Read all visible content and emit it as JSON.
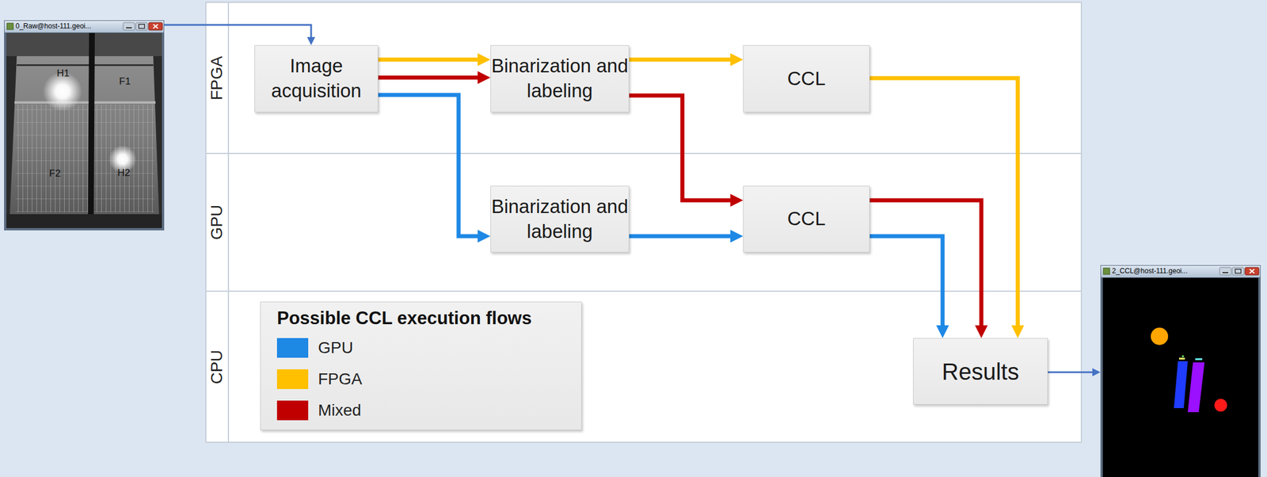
{
  "diagram": {
    "nodes": [
      {
        "text": [
          "0_Raw@host-111.geoi..."
        ]
      },
      {
        "text": [
          "FPGA"
        ]
      },
      {
        "text": [
          "Image acquisition"
        ],
        "in": 1
      },
      {
        "text": [
          "Binarization and labeling"
        ],
        "in": 1
      },
      {
        "text": [
          "CCL"
        ],
        "in": 1
      },
      {
        "text": [
          "GPU"
        ]
      },
      {
        "text": [
          "Binarization and labeling"
        ],
        "in": 5
      },
      {
        "text": [
          "CCL"
        ],
        "in": 5
      },
      {
        "text": [
          "CPU"
        ]
      },
      {
        "text": [
          "Possible CCL execution flows"
        ],
        "in": 8
      },
      {
        "text": [
          "Results"
        ],
        "in": 8
      },
      {
        "text": [
          "2_CCL@host-111.geoi..."
        ]
      }
    ],
    "edges": [
      {
        "from": 0,
        "to": 2,
        "arrow": "to"
      },
      {
        "from": 2,
        "to": 3,
        "arrow": "to"
      },
      {
        "from": 2,
        "to": 3,
        "arrow": "to"
      },
      {
        "from": 2,
        "to": 6,
        "arrow": "to"
      },
      {
        "from": 3,
        "to": 4,
        "arrow": "to"
      },
      {
        "from": 3,
        "to": 7,
        "arrow": "to"
      },
      {
        "from": 6,
        "to": 7,
        "arrow": "to"
      },
      {
        "from": 4,
        "to": 10,
        "arrow": "to"
      },
      {
        "from": 7,
        "to": 10,
        "arrow": "to"
      },
      {
        "from": 7,
        "to": 10,
        "arrow": "to"
      },
      {
        "from": 10,
        "to": 11,
        "arrow": "to"
      }
    ],
    "labels": [
      "H1",
      "F1",
      "F2",
      "H2"
    ],
    "legend": [
      {
        "text": "GPU",
        "color": "#1e88e5"
      },
      {
        "text": "FPGA",
        "color": "#ffc000"
      },
      {
        "text": "Mixed",
        "color": "#c00000"
      }
    ]
  }
}
